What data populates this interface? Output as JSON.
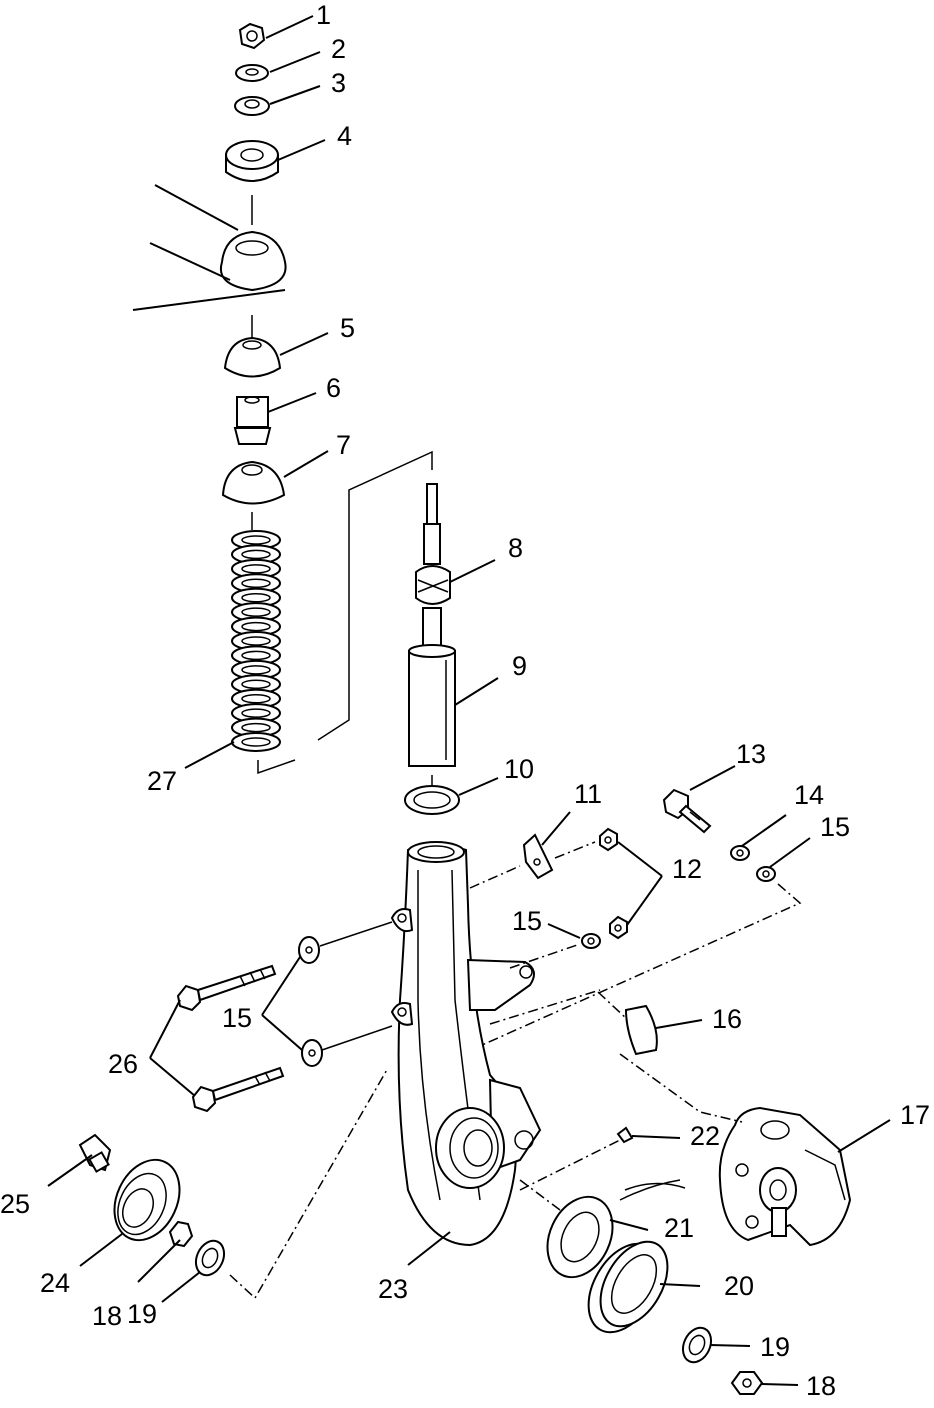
{
  "callouts": [
    {
      "id": "c1",
      "text": "1"
    },
    {
      "id": "c2",
      "text": "2"
    },
    {
      "id": "c3",
      "text": "3"
    },
    {
      "id": "c4",
      "text": "4"
    },
    {
      "id": "c5",
      "text": "5"
    },
    {
      "id": "c6",
      "text": "6"
    },
    {
      "id": "c7",
      "text": "7"
    },
    {
      "id": "c8",
      "text": "8"
    },
    {
      "id": "c9",
      "text": "9"
    },
    {
      "id": "c10",
      "text": "10"
    },
    {
      "id": "c11",
      "text": "11"
    },
    {
      "id": "c12",
      "text": "12"
    },
    {
      "id": "c13",
      "text": "13"
    },
    {
      "id": "c14",
      "text": "14"
    },
    {
      "id": "c15a",
      "text": "15"
    },
    {
      "id": "c15b",
      "text": "15"
    },
    {
      "id": "c15c",
      "text": "15"
    },
    {
      "id": "c16",
      "text": "16"
    },
    {
      "id": "c17",
      "text": "17"
    },
    {
      "id": "c18a",
      "text": "18"
    },
    {
      "id": "c18b",
      "text": "18"
    },
    {
      "id": "c19a",
      "text": "19"
    },
    {
      "id": "c19b",
      "text": "19"
    },
    {
      "id": "c20",
      "text": "20"
    },
    {
      "id": "c21",
      "text": "21"
    },
    {
      "id": "c22",
      "text": "22"
    },
    {
      "id": "c23",
      "text": "23"
    },
    {
      "id": "c24",
      "text": "24"
    },
    {
      "id": "c25",
      "text": "25"
    },
    {
      "id": "c26",
      "text": "26"
    },
    {
      "id": "c27",
      "text": "27"
    }
  ]
}
